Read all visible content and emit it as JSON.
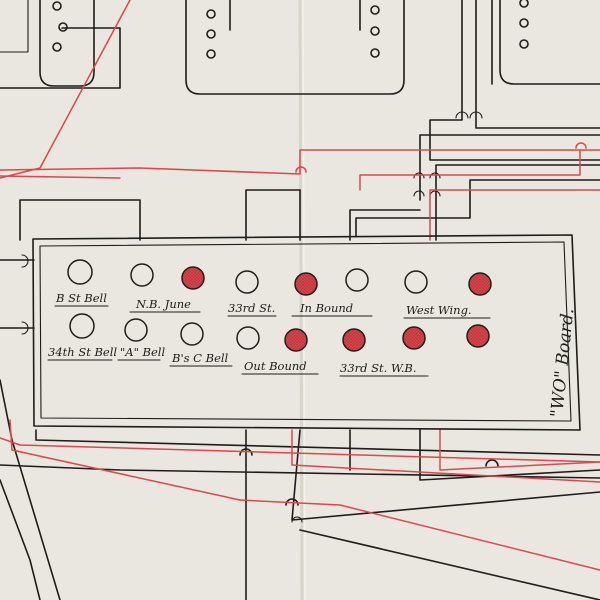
{
  "board": {
    "title": "\"WO\" Board.",
    "row1_labels": [
      "B St Bell",
      "N.B. June",
      "33rd St.",
      "In Bound",
      "West Wing."
    ],
    "row2_labels": [
      "34th St Bell",
      "\"A\" Bell",
      "B's C Bell",
      "Out Bound",
      "33rd St. W.B."
    ]
  },
  "indicators": {
    "row1_states": [
      "off",
      "off",
      "on",
      "off",
      "on",
      "off",
      "off",
      "on"
    ],
    "row2_states": [
      "off",
      "off",
      "off",
      "off",
      "on",
      "on",
      "on",
      "on"
    ]
  },
  "colors": {
    "paper": "#e9e7df",
    "ink": "#1d1d1b",
    "red_wire": "#e0464b",
    "lamp_on": "#d9484d"
  }
}
